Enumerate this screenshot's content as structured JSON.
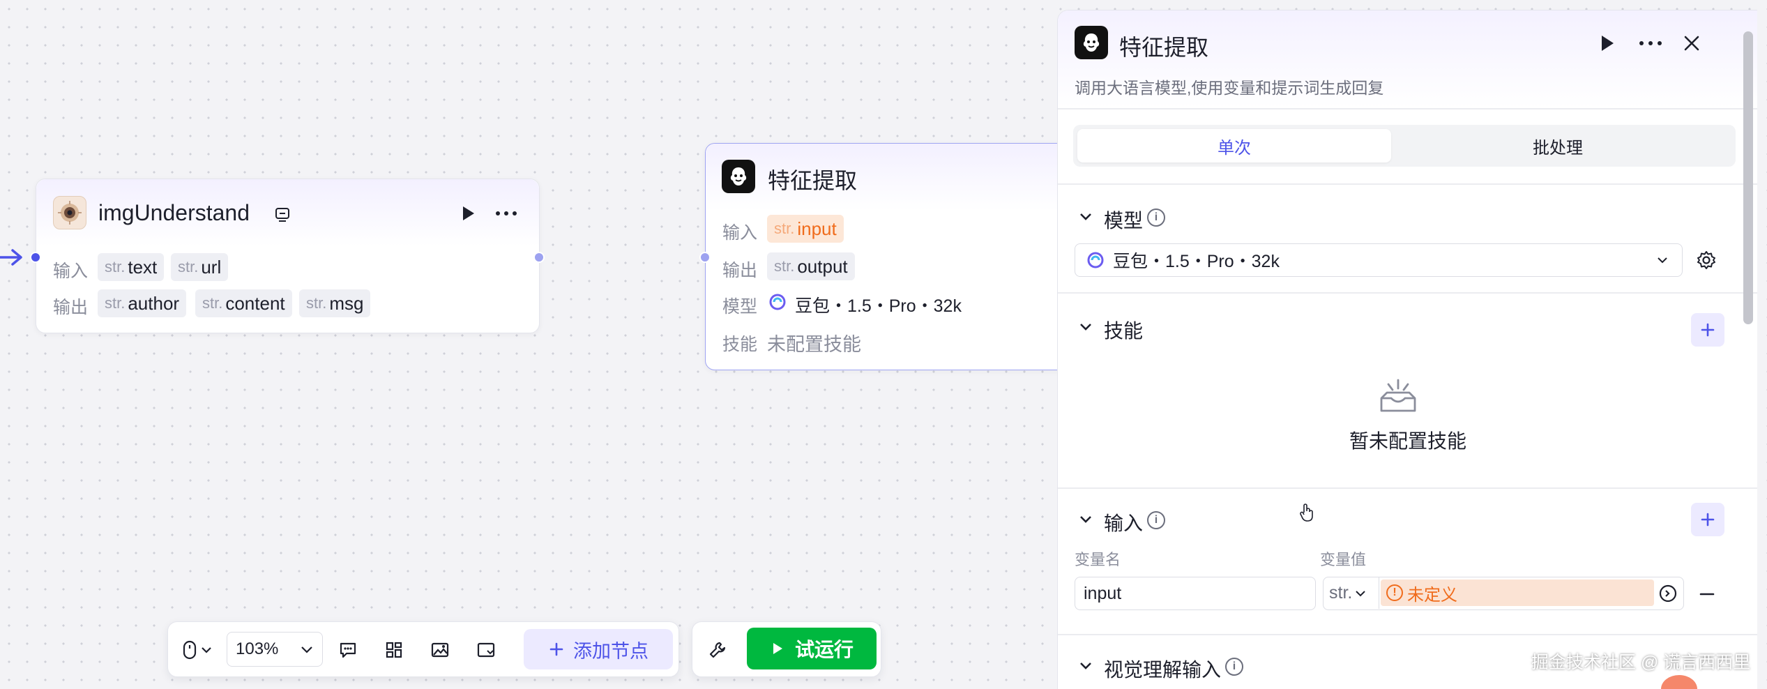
{
  "canvas": {
    "node_img": {
      "title": "imgUnderstand",
      "input_label": "输入",
      "output_label": "输出",
      "inputs": [
        {
          "type": "str.",
          "name": "text"
        },
        {
          "type": "str.",
          "name": "url"
        }
      ],
      "outputs": [
        {
          "type": "str.",
          "name": "author"
        },
        {
          "type": "str.",
          "name": "content"
        },
        {
          "type": "str.",
          "name": "msg"
        }
      ]
    },
    "node_llm": {
      "title": "特征提取",
      "input_label": "输入",
      "output_label": "输出",
      "model_label": "模型",
      "skill_label": "技能",
      "input": {
        "type": "str.",
        "name": "input"
      },
      "output": {
        "type": "str.",
        "name": "output"
      },
      "model": "豆包・1.5・Pro・32k",
      "skill": "未配置技能"
    }
  },
  "toolbar": {
    "zoom": "103%",
    "add_node": "添加节点",
    "run": "试运行"
  },
  "panel": {
    "title": "特征提取",
    "description": "调用大语言模型,使用变量和提示词生成回复",
    "tabs": [
      "单次",
      "批处理"
    ],
    "active_tab": 0,
    "model_section": {
      "title": "模型",
      "selected": "豆包・1.5・Pro・32k"
    },
    "skill_section": {
      "title": "技能",
      "empty_text": "暂未配置技能"
    },
    "input_section": {
      "title": "输入",
      "col_name": "变量名",
      "col_value": "变量值",
      "row": {
        "name": "input",
        "type": "str.",
        "value": "未定义"
      }
    },
    "vision_section": {
      "title": "视觉理解输入"
    }
  },
  "watermark": "掘金技术社区 @ 谎言西西里",
  "colors": {
    "accent": "#4d53e8",
    "run_green": "#00b83f",
    "warning_orange": "#f06c1c"
  }
}
